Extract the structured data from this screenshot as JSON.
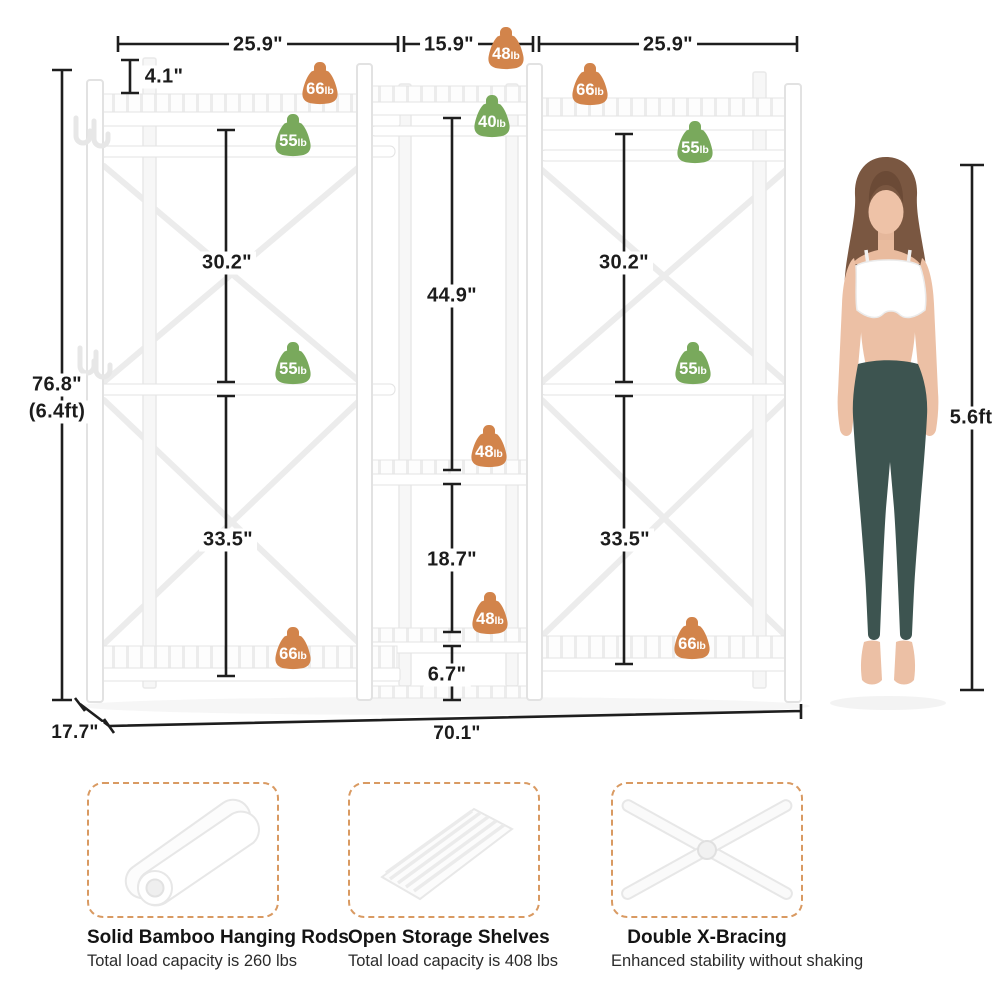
{
  "dims": {
    "top_left_width": "25.9\"",
    "top_middle_width": "15.9\"",
    "top_right_width": "25.9\"",
    "riser_height": "4.1\"",
    "total_height_in": "76.8\"",
    "total_height_ft": "(6.4ft)",
    "upper_left_section": "30.2\"",
    "middle_upper_section": "44.9\"",
    "upper_right_section": "30.2\"",
    "lower_left_section": "33.5\"",
    "middle_lower_section": "18.7\"",
    "lower_right_section": "33.5\"",
    "bottom_middle_gap": "6.7\"",
    "depth": "17.7\"",
    "total_width": "70.1\"",
    "model_height": "5.6ft"
  },
  "badges": [
    {
      "value": "66",
      "unit": "lb",
      "color": "#d2844b",
      "location": "top-left-shelf"
    },
    {
      "value": "48",
      "unit": "lb",
      "color": "#d2844b",
      "location": "top-middle-shelf"
    },
    {
      "value": "66",
      "unit": "lb",
      "color": "#d2844b",
      "location": "top-right-shelf"
    },
    {
      "value": "55",
      "unit": "lb",
      "color": "#79a95c",
      "location": "left-hanging-rod"
    },
    {
      "value": "40",
      "unit": "lb",
      "color": "#79a95c",
      "location": "middle-hanging-rod"
    },
    {
      "value": "55",
      "unit": "lb",
      "color": "#79a95c",
      "location": "right-hanging-rod"
    },
    {
      "value": "55",
      "unit": "lb",
      "color": "#79a95c",
      "location": "left-middle-rod"
    },
    {
      "value": "55",
      "unit": "lb",
      "color": "#79a95c",
      "location": "right-middle-rod"
    },
    {
      "value": "48",
      "unit": "lb",
      "color": "#d2844b",
      "location": "middle-shelf"
    },
    {
      "value": "48",
      "unit": "lb",
      "color": "#d2844b",
      "location": "middle-lower-shelf"
    },
    {
      "value": "66",
      "unit": "lb",
      "color": "#d2844b",
      "location": "bottom-left-shelf"
    },
    {
      "value": "66",
      "unit": "lb",
      "color": "#d2844b",
      "location": "bottom-right-shelf"
    }
  ],
  "features": [
    {
      "title": "Solid Bamboo Hanging Rods",
      "subtitle": "Total load capacity is 260 lbs",
      "icon": "hanging-rods-icon"
    },
    {
      "title": "Open Storage Shelves",
      "subtitle": "Total load capacity is 408 lbs",
      "icon": "storage-shelf-icon"
    },
    {
      "title": "Double X-Bracing",
      "subtitle": "Enhanced stability without shaking",
      "icon": "x-bracing-icon"
    }
  ],
  "colors": {
    "orange_badge": "#d2844b",
    "green_badge": "#79a95c",
    "dim_line": "#1e1e1e",
    "callout_border": "#d99a62"
  }
}
